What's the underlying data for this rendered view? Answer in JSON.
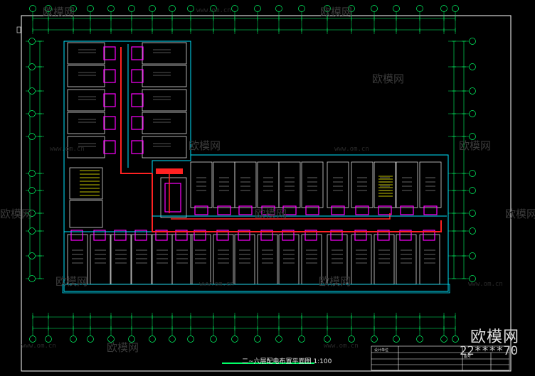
{
  "drawing": {
    "caption": "二~六层配电布置平面图 1:100",
    "colors": {
      "background": "#000000",
      "wall": "#d8d8d8",
      "axis": "#00ff66",
      "cyan": "#00e5ff",
      "magenta": "#ff00ff",
      "red": "#ff2222",
      "yellow": "#ffff00"
    },
    "title_block": {
      "lines": [
        "设计单位",
        "图号"
      ]
    }
  },
  "watermark": {
    "brand": "欧模网",
    "url": "www.om.cn",
    "big": "欧模网",
    "id": "22****70"
  }
}
